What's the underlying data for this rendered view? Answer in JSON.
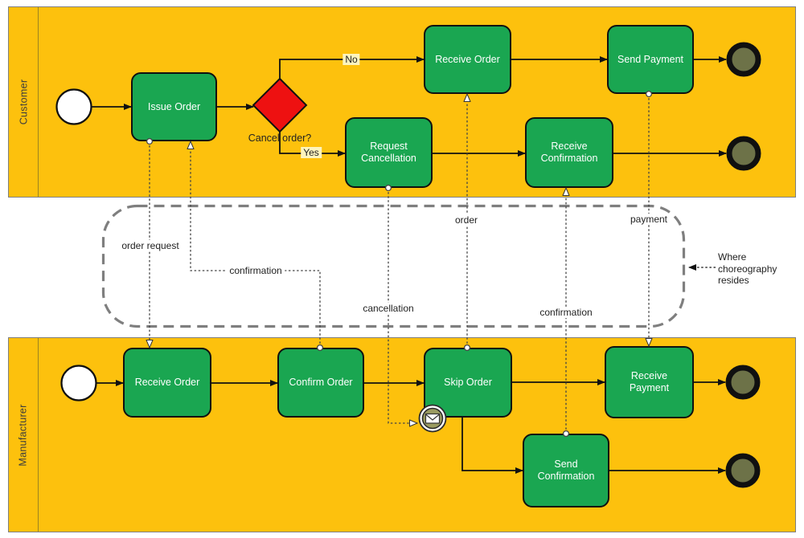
{
  "diagram": {
    "title_hint": "Order choreography between customer and manufacturer",
    "pools": {
      "customer": {
        "label": "Customer"
      },
      "manufacturer": {
        "label": "Manufacturer"
      }
    },
    "tasks": {
      "issue_order": "Issue Order",
      "receive_order_customer": "Receive Order",
      "send_payment": "Send Payment",
      "request_cancellation": "Request Cancellation",
      "receive_confirmation": "Receive Confirmation",
      "receive_order_manufacturer": "Receive Order",
      "confirm_order": "Confirm Order",
      "skip_order": "Skip Order",
      "receive_payment": "Receive Payment",
      "send_confirmation": "Send Confirmation"
    },
    "gateway": {
      "question": "Cancel order?",
      "branch_no": "No",
      "branch_yes": "Yes"
    },
    "message_flows": {
      "order_request": "order request",
      "confirmation_to_customer": "confirmation",
      "order": "order",
      "payment": "payment",
      "cancellation": "cancellation",
      "confirmation_to_manufacturer": "confirmation"
    },
    "annotation": {
      "text": "Where\nchoreography\nresides"
    },
    "icons": {
      "boundary_event": "envelope-icon"
    },
    "colors": {
      "pool_fill": "#FDC10D",
      "task_fill": "#1AA651",
      "gateway_fill": "#EE1111",
      "end_event_fill": "#6D7248",
      "message_event_fill": "#9A9B61",
      "choreography_outline": "#7F7F7F",
      "flow_line": "#111111",
      "label_highlight": "#FDF4BE"
    }
  }
}
